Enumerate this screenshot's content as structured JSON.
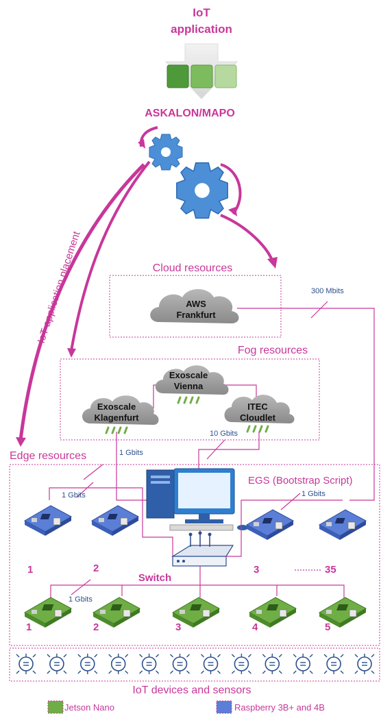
{
  "top": {
    "title_line1": "IoT",
    "title_line2": "application",
    "framework": "ASKALON/MAPO"
  },
  "placement_label": "IoT application placement",
  "cloud": {
    "section_label": "Cloud resources",
    "node_line1": "AWS",
    "node_line2": "Frankfurt",
    "link": "300 Mbits"
  },
  "fog": {
    "section_label": "Fog  resources",
    "vienna_line1": "Exoscale",
    "vienna_line2": "Vienna",
    "klagenfurt_line1": "Exoscale",
    "klagenfurt_line2": "Klagenfurt",
    "itec_line1": "ITEC",
    "itec_line2": "Cloudlet",
    "link_klagenfurt": "1 Gbits",
    "link_itec": "10 Gbits"
  },
  "edge": {
    "section_label": "Edge resources",
    "egs_label": "EGS (Bootstrap Script)",
    "switch_label": "Switch",
    "link_rpi_left": "1 Gbits",
    "link_rpi_right": "1 Gbits",
    "link_jetson": "1 Gbits",
    "rpi_labels": [
      "1",
      "2",
      "3",
      "35"
    ],
    "jetson_labels": [
      "1",
      "2",
      "3",
      "4",
      "5"
    ]
  },
  "iot": {
    "section_label": "IoT devices and sensors",
    "sensor_count": 12
  },
  "legend": [
    {
      "label": "Jetson Nano",
      "color": "#6fae45"
    },
    {
      "label": "Raspberry 3B+ and 4B",
      "color": "#5b7fd6"
    }
  ],
  "colors": {
    "accent": "#c8379a",
    "link": "#2b4e8c",
    "gear": "#4d8fd6",
    "cloud": "#999999"
  }
}
